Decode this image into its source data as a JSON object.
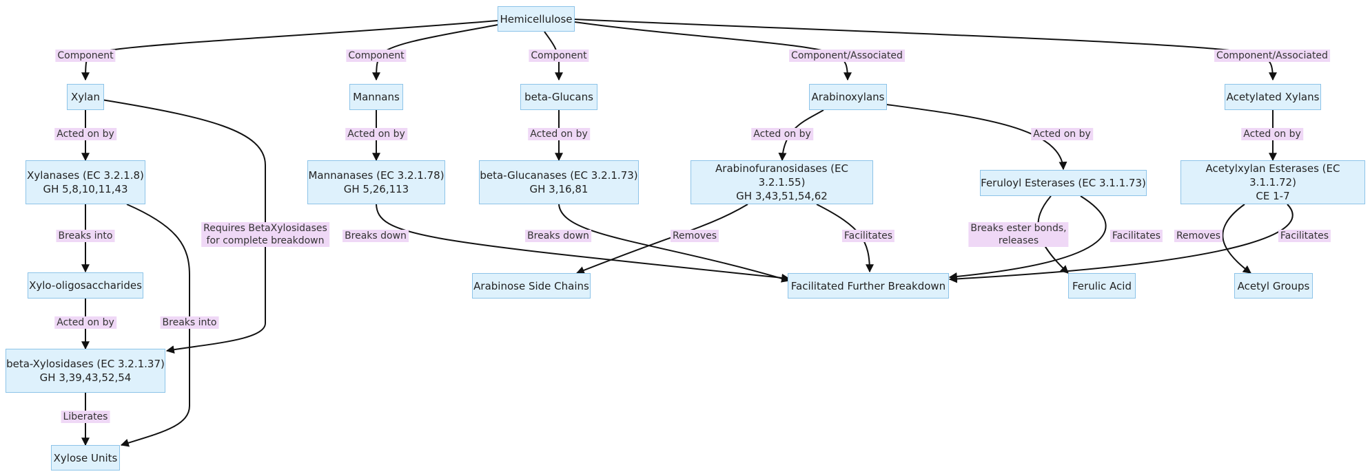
{
  "nodes": {
    "hemicellulose": "Hemicellulose",
    "xylan": "Xylan",
    "mannans": "Mannans",
    "beta_glucans": "beta-Glucans",
    "arabinoxylans": "Arabinoxylans",
    "acetylated_xylans": "Acetylated Xylans",
    "xylanases": "Xylanases (EC 3.2.1.8)\nGH 5,8,10,11,43",
    "mannanases": "Mannanases (EC 3.2.1.78)\nGH 5,26,113",
    "beta_glucanases": "beta-Glucanases (EC 3.2.1.73)\nGH 3,16,81",
    "arabinofuranosidases": "Arabinofuranosidases (EC 3.2.1.55)\nGH 3,43,51,54,62",
    "feruloyl_esterases": "Feruloyl Esterases (EC 3.1.1.73)",
    "acetylxylan_esterases": "Acetylxylan Esterases (EC 3.1.1.72)\nCE 1-7",
    "xylo_oligosaccharides": "Xylo-oligosaccharides",
    "arabinose_side_chains": "Arabinose Side Chains",
    "facilitated_further_breakdown": "Facilitated Further Breakdown",
    "ferulic_acid": "Ferulic Acid",
    "acetyl_groups": "Acetyl Groups",
    "beta_xylosidases": "beta-Xylosidases (EC 3.2.1.37)\nGH 3,39,43,52,54",
    "xylose_units": "Xylose Units"
  },
  "edges": {
    "hemi_xylan": "Component",
    "hemi_mannans": "Component",
    "hemi_glucans": "Component",
    "hemi_arabinoxylans": "Component/Associated",
    "hemi_acetylated": "Component/Associated",
    "xylan_xylanases": "Acted on by",
    "xylan_betaxylosidases": "Requires BetaXylosidases\nfor complete breakdown",
    "mannans_mannanases": "Acted on by",
    "glucans_glucanases": "Acted on by",
    "arabinoxylans_arabinofuranosidases": "Acted on by",
    "arabinoxylans_feruloyl": "Acted on by",
    "acetylated_acetylxylan": "Acted on by",
    "xylanases_xos": "Breaks into",
    "xylanases_xylose": "Breaks into",
    "xos_betaxylosidases": "Acted on by",
    "betaxylosidases_xylose": "Liberates",
    "mannanases_facilitated": "Breaks down",
    "glucanases_facilitated": "Breaks down",
    "arabinofuranosidases_arabinose": "Removes",
    "arabinofuranosidases_facilitated": "Facilitates",
    "feruloyl_ferulic": "Breaks ester bonds,\nreleases",
    "feruloyl_facilitated": "Facilitates",
    "acetylxylan_acetyl": "Removes",
    "acetylxylan_facilitated": "Facilitates"
  },
  "colors": {
    "node_fill": "#def1fc",
    "node_border": "#8cc3e8",
    "edge": "#111111",
    "label_bg": "#efd8f6"
  }
}
